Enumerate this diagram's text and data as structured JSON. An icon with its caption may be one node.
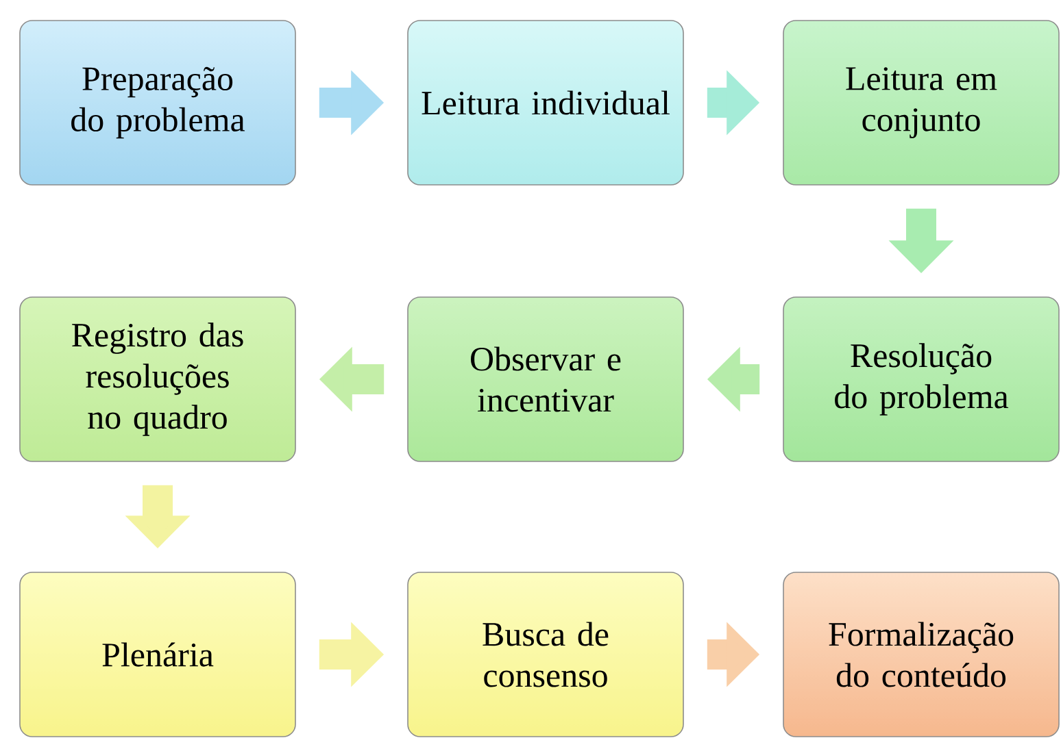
{
  "diagram": {
    "nodes": [
      {
        "text": [
          "Preparação do problema"
        ]
      },
      {
        "text": [
          "Leitura individual"
        ]
      },
      {
        "text": [
          "Leitura em conjunto"
        ]
      },
      {
        "text": [
          "Registro das resoluções no quadro"
        ]
      },
      {
        "text": [
          "Observar e incentivar"
        ]
      },
      {
        "text": [
          "Resolução do problema"
        ]
      },
      {
        "text": [
          "Plenária"
        ]
      },
      {
        "text": [
          "Busca de consenso"
        ]
      },
      {
        "text": [
          "Formalização do conteúdo"
        ]
      }
    ],
    "edges": [
      {
        "from": 0,
        "to": 1,
        "arrow": "to",
        "color": "#a9dcf3"
      },
      {
        "from": 1,
        "to": 2,
        "arrow": "to",
        "color": "#a5ecd8"
      },
      {
        "from": 2,
        "to": 5,
        "arrow": "to",
        "color": "#a8ecb0"
      },
      {
        "from": 5,
        "to": 4,
        "arrow": "to",
        "color": "#b6ecaa"
      },
      {
        "from": 4,
        "to": 3,
        "arrow": "to",
        "color": "#c4eea8"
      },
      {
        "from": 3,
        "to": 6,
        "arrow": "to",
        "color": "#f3f3a0"
      },
      {
        "from": 6,
        "to": 7,
        "arrow": "to",
        "color": "#f6f3a2"
      },
      {
        "from": 7,
        "to": 8,
        "arrow": "to",
        "color": "#f9cfa8"
      }
    ]
  }
}
